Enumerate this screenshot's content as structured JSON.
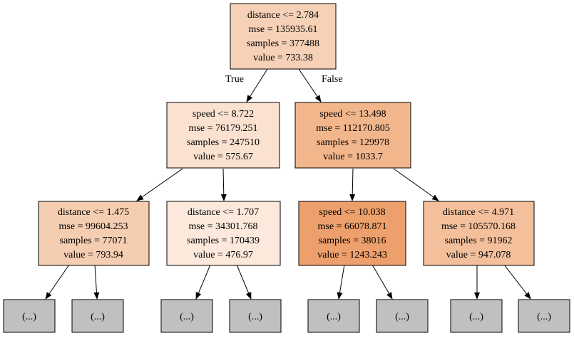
{
  "tree": {
    "edge_labels": {
      "true_label": "True",
      "false_label": "False"
    },
    "ellipsis": "(...)",
    "nodes": [
      {
        "id": "root",
        "color": "#f6d1b7",
        "lines": [
          "distance <= 2.784",
          "mse = 135935.61",
          "samples = 377488",
          "value = 733.38"
        ]
      },
      {
        "id": "n1",
        "color": "#fbe1d0",
        "lines": [
          "speed <= 8.722",
          "mse = 76179.251",
          "samples = 247510",
          "value = 575.67"
        ]
      },
      {
        "id": "n2",
        "color": "#f2b68c",
        "lines": [
          "speed <= 13.498",
          "mse = 112170.805",
          "samples = 129978",
          "value = 1033.7"
        ]
      },
      {
        "id": "n3",
        "color": "#f5cdb0",
        "lines": [
          "distance <= 1.475",
          "mse = 99604.253",
          "samples = 77071",
          "value = 793.94"
        ]
      },
      {
        "id": "n4",
        "color": "#fce9dc",
        "lines": [
          "distance <= 1.707",
          "mse = 34301.768",
          "samples = 170439",
          "value = 476.97"
        ]
      },
      {
        "id": "n5",
        "color": "#eda06b",
        "lines": [
          "speed <= 10.038",
          "mse = 66078.871",
          "samples = 38016",
          "value = 1243.243"
        ]
      },
      {
        "id": "n6",
        "color": "#f4c09c",
        "lines": [
          "distance <= 4.971",
          "mse = 105570.168",
          "samples = 91962",
          "value = 947.078"
        ]
      }
    ],
    "truncated_color": "#c0c0c0"
  }
}
